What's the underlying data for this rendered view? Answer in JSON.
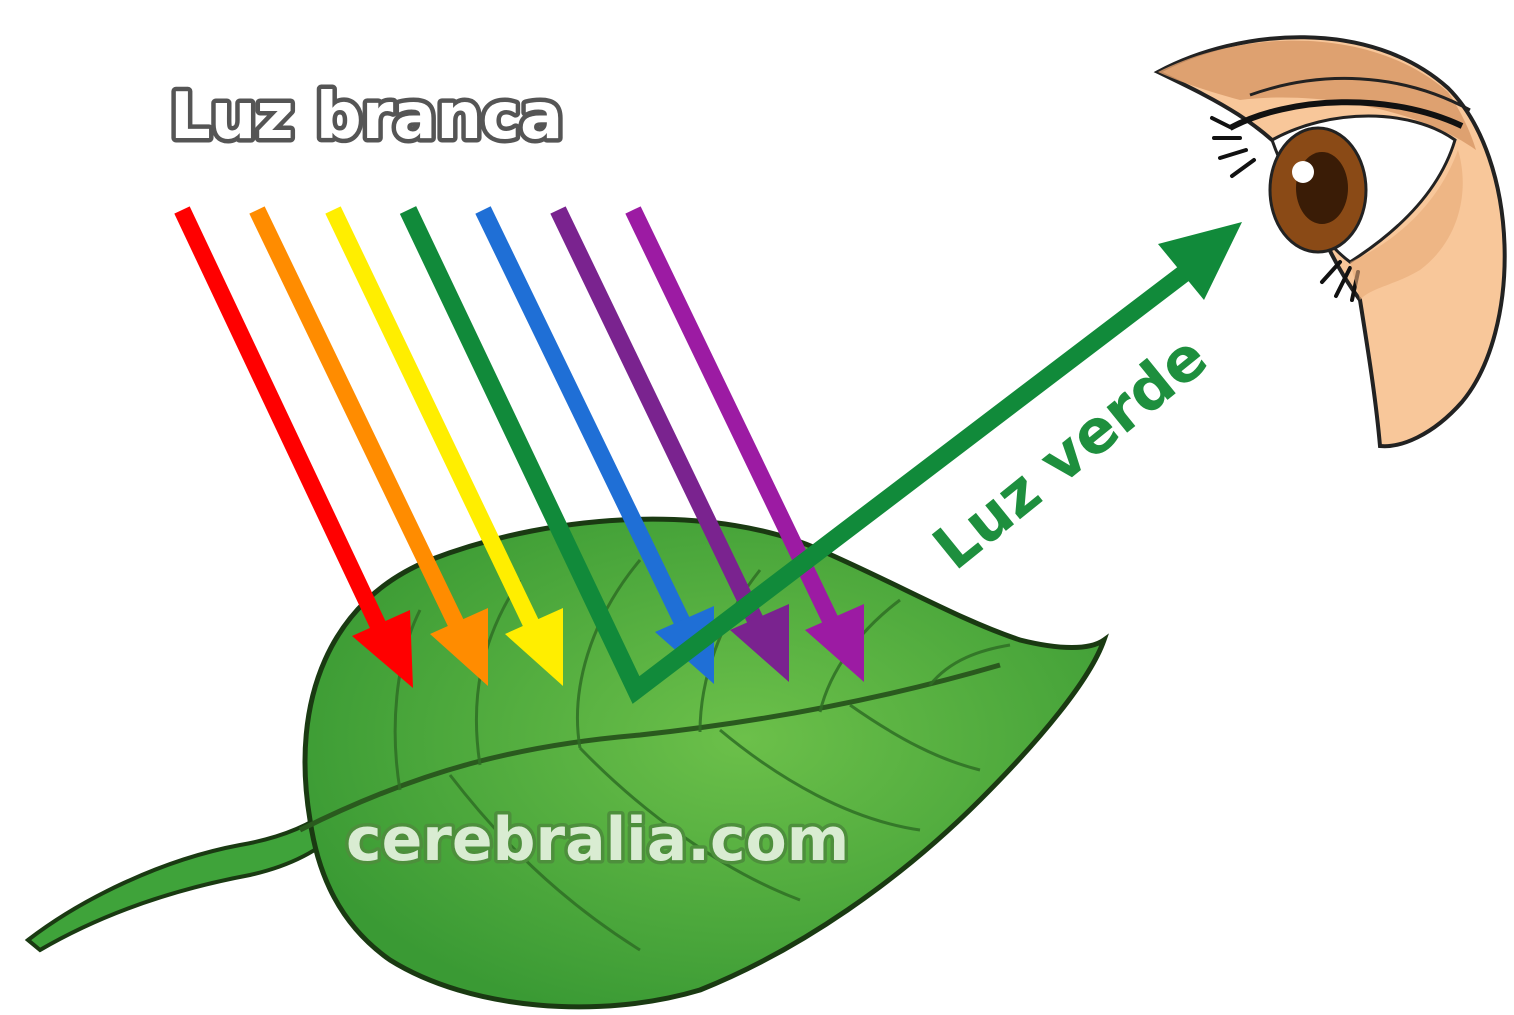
{
  "labels": {
    "incoming": "Luz branca",
    "reflected": "Luz verde",
    "watermark": "cerebralia.com"
  },
  "colors": {
    "red": "#ff0000",
    "orange": "#ff8c00",
    "yellow": "#ffee00",
    "green": "#118a3a",
    "blue": "#1f6fd6",
    "purple": "#7a238f",
    "magenta": "#9c1ba3",
    "leaf_fill": "#3fa33a",
    "leaf_highlight": "#6cc04a",
    "skin": "#f8c79a",
    "iris": "#8a4a16"
  },
  "icons": {
    "leaf": "leaf-icon",
    "eye": "eye-icon"
  }
}
